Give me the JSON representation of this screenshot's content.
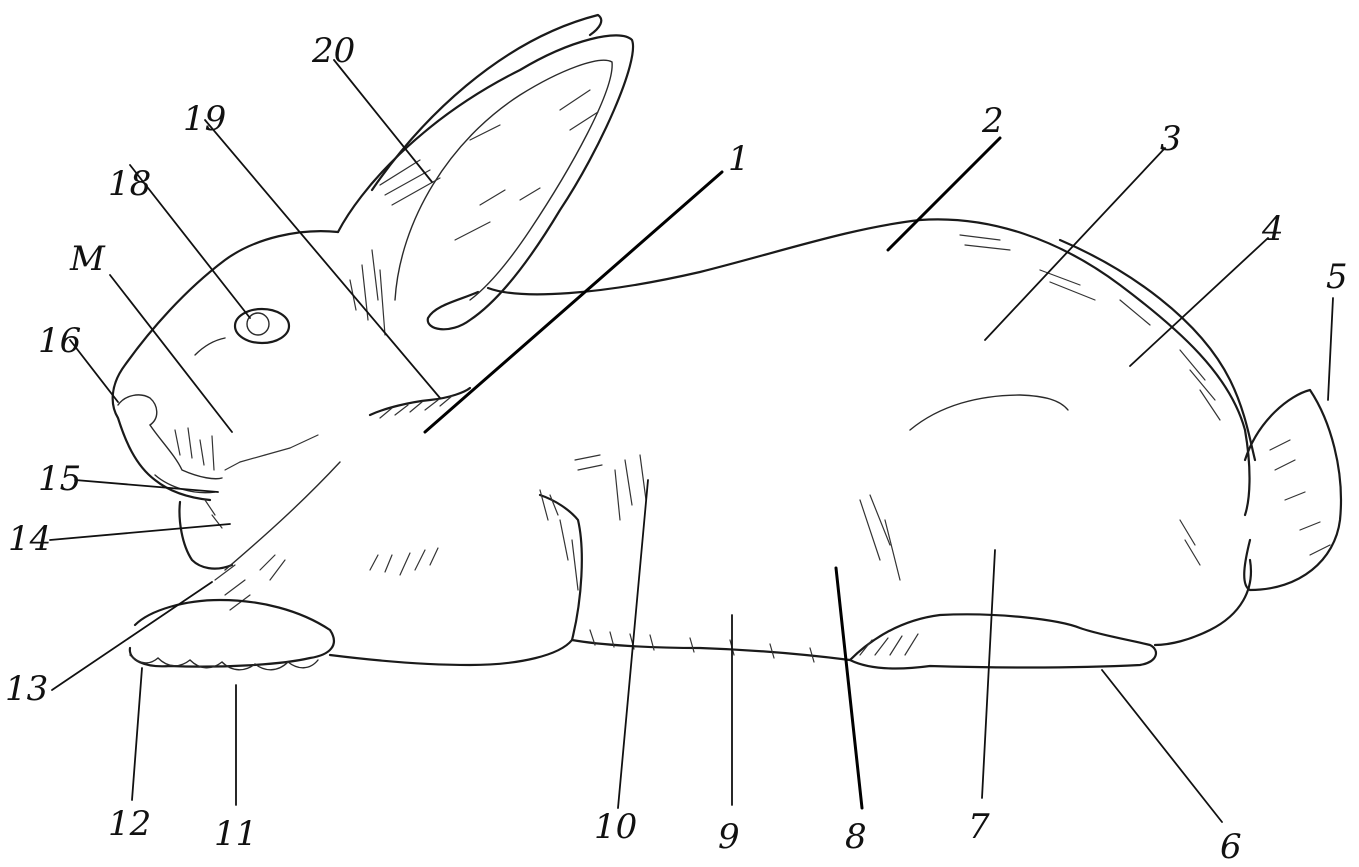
{
  "labels": [
    {
      "id": "label-1",
      "text": "1"
    },
    {
      "id": "label-2",
      "text": "2"
    },
    {
      "id": "label-3",
      "text": "3"
    },
    {
      "id": "label-4",
      "text": "4"
    },
    {
      "id": "label-5",
      "text": "5"
    },
    {
      "id": "label-6",
      "text": "6"
    },
    {
      "id": "label-7",
      "text": "7"
    },
    {
      "id": "label-8",
      "text": "8"
    },
    {
      "id": "label-9",
      "text": "9"
    },
    {
      "id": "label-10",
      "text": "10"
    },
    {
      "id": "label-11",
      "text": "11"
    },
    {
      "id": "label-12",
      "text": "12"
    },
    {
      "id": "label-13",
      "text": "13"
    },
    {
      "id": "label-14",
      "text": "14"
    },
    {
      "id": "label-15",
      "text": "15"
    },
    {
      "id": "label-16",
      "text": "16"
    },
    {
      "id": "label-17",
      "text": "M"
    },
    {
      "id": "label-18",
      "text": "18"
    },
    {
      "id": "label-19",
      "text": "19"
    },
    {
      "id": "label-20",
      "text": "20"
    }
  ]
}
